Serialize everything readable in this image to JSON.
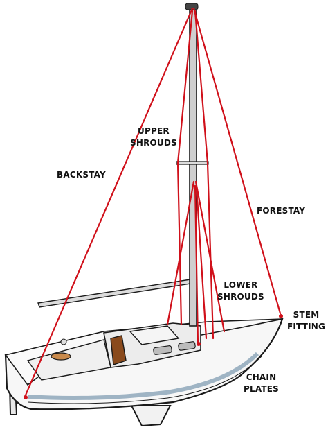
{
  "labels": {
    "upper_shrouds": [
      "UPPER",
      "SHROUDS"
    ],
    "backstay": "BACKSTAY",
    "forestay": "FORESTAY",
    "lower_shrouds": [
      "LOWER",
      "SHROUDS"
    ],
    "stem_fitting": [
      "STEM",
      "FITTING"
    ],
    "chain_plates": [
      "CHAIN",
      "PLATES"
    ]
  },
  "colors": {
    "rigging": "#d0101a",
    "outline": "#1a1a1a",
    "hull_white": "#f7f7f7",
    "mast_grey": "#cfcfcf",
    "hull_stripe": "#9fb4c4",
    "deck_wood": "#8a4a1c"
  }
}
